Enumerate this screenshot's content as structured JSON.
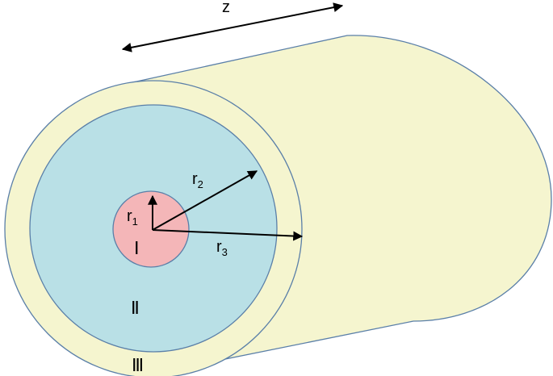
{
  "labels": {
    "axis": "z",
    "r1": {
      "base": "r",
      "sub": "1"
    },
    "r2": {
      "base": "r",
      "sub": "2"
    },
    "r3": {
      "base": "r",
      "sub": "3"
    },
    "region1": "Ⅰ",
    "region2": "Ⅱ",
    "region3": "Ⅲ"
  },
  "colors": {
    "outer_shell": "#f5f5cf",
    "middle_region": "#b9e0e6",
    "core": "#f4b6b8",
    "outline": "#5a7fa8",
    "arrow": "#000000"
  }
}
